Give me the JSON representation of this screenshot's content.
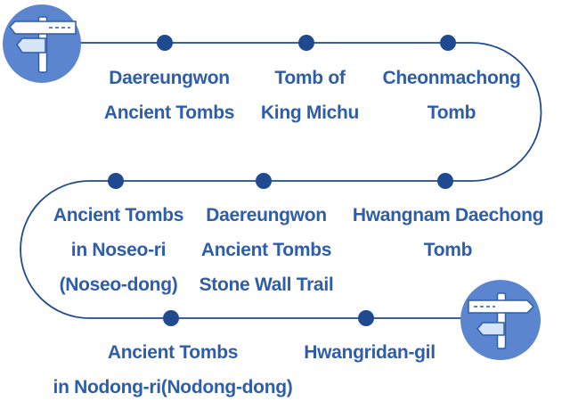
{
  "route": {
    "line_color": "#1f4a8f",
    "dot_color": "#1f4a8f",
    "label_color": "#2e5daa",
    "badge_color": "#5b86cf",
    "stops": [
      {
        "id": "daereungwon-ancient-tombs",
        "lines": [
          "Daereungwon",
          "Ancient Tombs"
        ]
      },
      {
        "id": "tomb-of-king-michu",
        "lines": [
          "Tomb of",
          "King Michu"
        ]
      },
      {
        "id": "cheonmachong-tomb",
        "lines": [
          "Cheonmachong",
          "Tomb"
        ]
      },
      {
        "id": "hwangnam-daechong-tomb",
        "lines": [
          "Hwangnam Daechong",
          "Tomb"
        ]
      },
      {
        "id": "daereungwon-stone-wall-trail",
        "lines": [
          "Daereungwon",
          "Ancient Tombs",
          "Stone Wall Trail"
        ]
      },
      {
        "id": "ancient-tombs-noseo-ri",
        "lines": [
          "Ancient Tombs",
          "in Noseo-ri",
          "(Noseo-dong)"
        ]
      },
      {
        "id": "ancient-tombs-nodong-ri",
        "lines": [
          "Ancient Tombs",
          "in Nodong-ri(Nodong-dong)"
        ]
      },
      {
        "id": "hwangridan-gil",
        "lines": [
          "Hwangridan-gil"
        ]
      }
    ],
    "start_icon": "signpost-icon",
    "end_icon": "signpost-icon"
  }
}
